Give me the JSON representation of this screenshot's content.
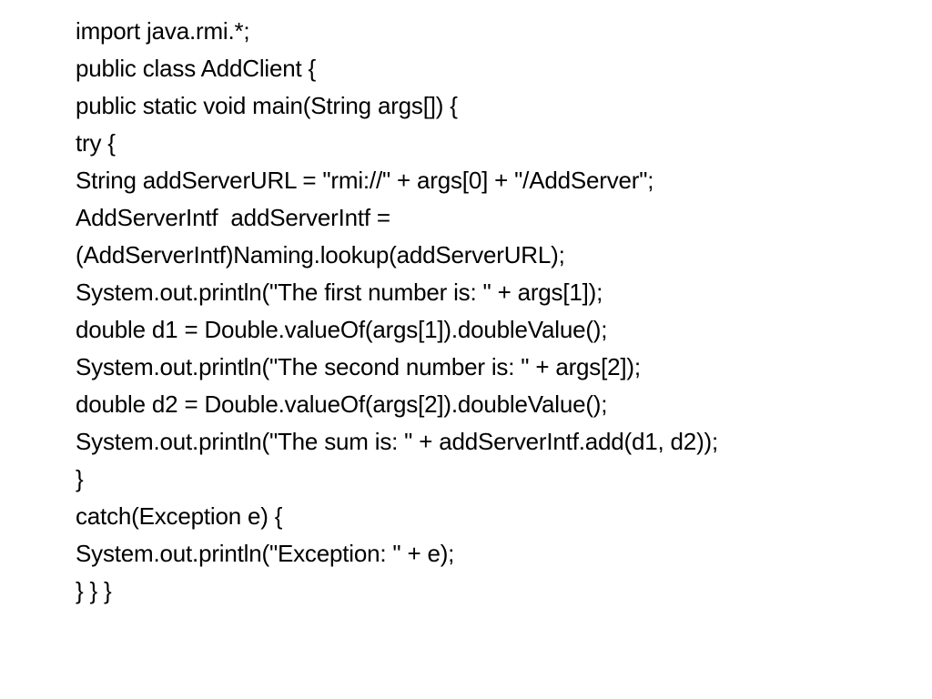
{
  "slide": {
    "lines": [
      "import java.rmi.*;",
      "public class AddClient {",
      "public static void main(String args[]) {",
      "try {",
      "String addServerURL = \"rmi://\" + args[0] + \"/AddServer\";",
      "AddServerIntf  addServerIntf =",
      "(AddServerIntf)Naming.lookup(addServerURL);",
      "System.out.println(\"The first number is: \" + args[1]);",
      "double d1 = Double.valueOf(args[1]).doubleValue();",
      "System.out.println(\"The second number is: \" + args[2]);",
      "double d2 = Double.valueOf(args[2]).doubleValue();",
      "System.out.println(\"The sum is: \" + addServerIntf.add(d1, d2));",
      "}",
      "catch(Exception e) {",
      "System.out.println(\"Exception: \" + e);",
      "} } }"
    ]
  }
}
